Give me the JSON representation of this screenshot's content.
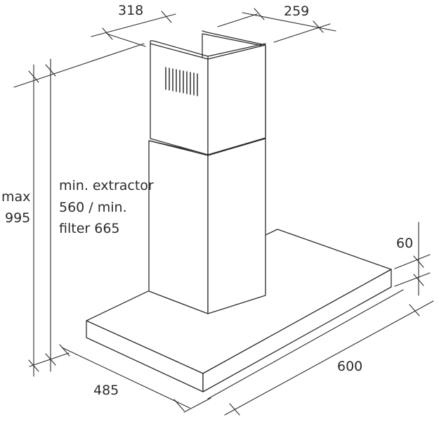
{
  "dimensions": {
    "chimney_width": "318",
    "chimney_depth": "259",
    "height_max_label": "max",
    "height_max_value": "995",
    "height_note_line1": "min. extractor",
    "height_note_line2": "560 / min.",
    "height_note_line3": "filter 665",
    "canopy_height": "60",
    "hood_depth": "485",
    "hood_width": "600"
  }
}
